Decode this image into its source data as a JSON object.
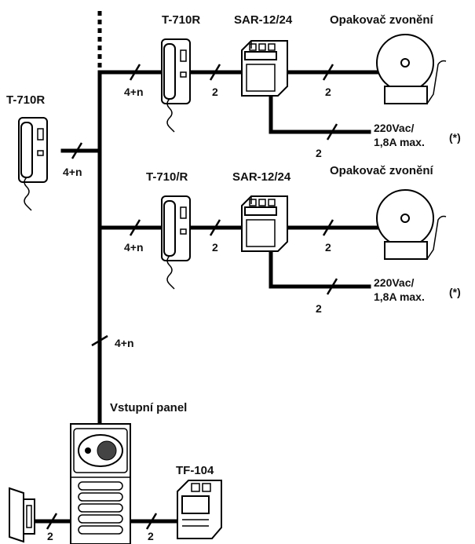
{
  "labels": {
    "phone_top": "T-710R",
    "sar_top": "SAR-12/24",
    "bell_top": "Opakovač zvonění",
    "phone_left": "T-710R",
    "phone_mid": "T-710/R",
    "sar_mid": "SAR-12/24",
    "bell_mid": "Opakovač zvonění",
    "entry_panel": "Vstupní panel",
    "tf104": "TF-104"
  },
  "power": {
    "top": {
      "line1": "220Vac/",
      "line2": "1,8A max.",
      "note": "(*)"
    },
    "mid": {
      "line1": "220Vac/",
      "line2": "1,8A max.",
      "note": "(*)"
    }
  },
  "wire_counts": {
    "top_phone_in": "4+n",
    "top_sar_in": "2",
    "top_bell_in": "2",
    "top_power": "2",
    "left_phone": "4+n",
    "mid_phone_in": "4+n",
    "mid_sar_in": "2",
    "mid_bell_in": "2",
    "mid_power": "2",
    "riser": "4+n",
    "lock": "2",
    "tf104": "2"
  }
}
